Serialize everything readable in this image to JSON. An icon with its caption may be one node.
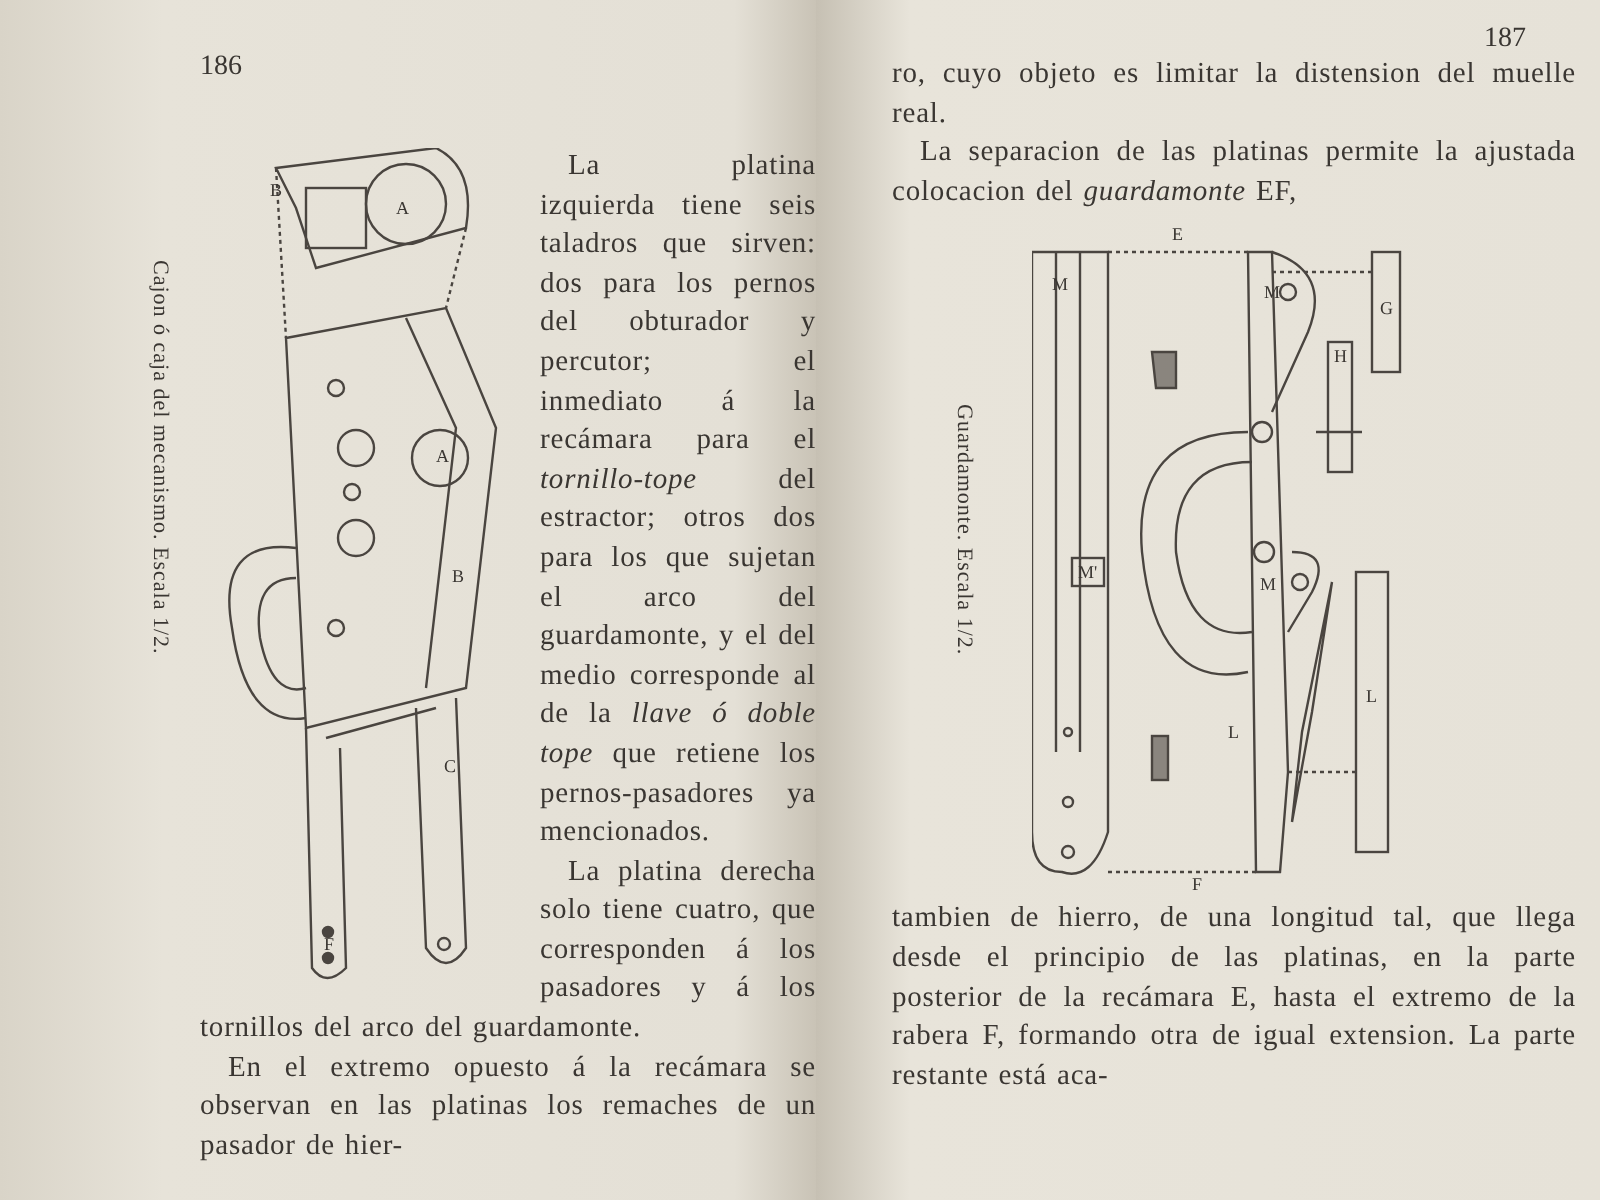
{
  "diagram": {
    "labels": [
      "186",
      "Cajon ó caja del mecanismo. Escala 1/2.",
      "A",
      "A",
      "B",
      "B",
      "C",
      "F",
      "La platina izquierda tiene seis taladros que sirven: dos para los pernos del obturador y percutor; el inmediato á la recámara para el *tornillo-tope* del estractor; otros dos para los que sujetan el arco del guardamonte, y el del medio corresponde al de la *llave ó doble tope* que retiene los pernos-pasadores ya mencionados.",
      "La platina derecha solo tiene cuatro, que corresponden á los pasadores y á los tornillos del arco del guardamonte.",
      "En el extremo opuesto á la recámara se observan en las platinas los remaches de un pasador de hier-",
      "187",
      "ro, cuyo objeto es limitar la distension del muelle real.",
      "La separacion de las platinas permite la ajustada colocacion del *guardamonte* EF,",
      "Guardamonte. Escala 1/2.",
      "E",
      "M",
      "M",
      "G",
      "H",
      "M'",
      "M",
      "L",
      "L",
      "F",
      "tambien de hierro, de una longitud tal, que llega desde el principio de las platinas, en la parte posterior de la recámara E, hasta el extremo de la rabera F, formando otra de igual extension. La parte restante está aca-"
    ]
  }
}
